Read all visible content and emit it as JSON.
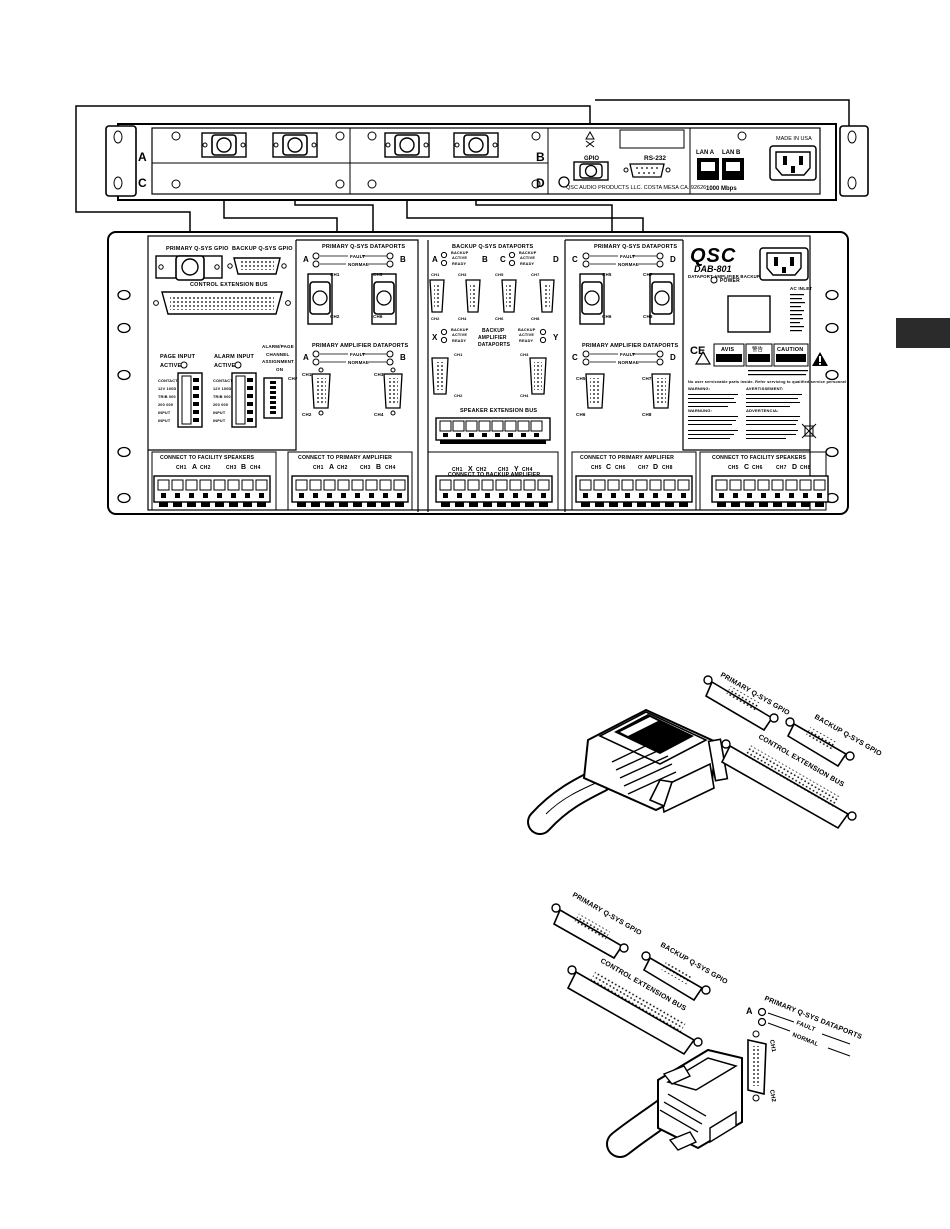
{
  "amp": {
    "slot_a": "A",
    "slot_b": "B",
    "slot_c": "C",
    "slot_d": "D",
    "gpio": "GPIO",
    "rs232": "RS-232",
    "lan_a": "LAN A",
    "lan_b": "LAN B",
    "speed": "1000 Mbps",
    "company": "QSC AUDIO PRODUCTS LLC.  COSTA MESA CA. 92626",
    "made_in": "MADE IN USA"
  },
  "dab": {
    "primary_gpio": "PRIMARY Q-SYS GPIO",
    "backup_gpio": "BACKUP Q-SYS GPIO",
    "ctrl_ext_bus": "CONTROL EXTENSION BUS",
    "primary_qsys_dataports": "PRIMARY Q-SYS DATAPORTS",
    "backup_qsys_dataports": "BACKUP Q-SYS DATAPORTS",
    "fault": "FAULT",
    "normal": "NORMAL",
    "backup": "BACKUP",
    "active": "ACTIVE",
    "ready": "READY",
    "backup_amp_dataports_1": "BACKUP",
    "backup_amp_dataports_2": "AMPLIFIER",
    "backup_amp_dataports_3": "DATAPORTS",
    "primary_amp_dataports": "PRIMARY AMPLIFIER DATAPORTS",
    "page_input": "PAGE INPUT",
    "alarm_input": "ALARM INPUT",
    "active_label": "ACTIVE",
    "alarm_page_1": "ALARM/PAGE",
    "alarm_page_2": "CHANNEL",
    "alarm_page_3": "ASSIGNMENT",
    "on_label": "ON",
    "ch_hash": "CH#",
    "term_labels": [
      "CONTACT",
      "12V 100D",
      "TRIB 000",
      "200 000",
      "INPUT",
      "INPUT"
    ],
    "speaker_ext_bus": "SPEAKER EXTENSION BUS",
    "connect_facility": "CONNECT TO FACILITY SPEAKERS",
    "connect_primary": "CONNECT TO PRIMARY AMPLIFIER",
    "connect_backup": "CONNECT TO BACKUP AMPLIFIER",
    "brand": "QSC",
    "model": "DAB-801",
    "model_sub": "DATAPORT AMPLIFIER BACKUP",
    "power": "POWER",
    "ac_inlet": "AC INLET",
    "ce": "CE",
    "avis": "AVIS",
    "caution": "CAUTION",
    "warn_cn": "警告",
    "no_user": "No user serviceable parts inside. Refer servicing to qualified service personnel",
    "warning_en": "WARNING:",
    "avertissement": "AVERTISSEMENT:",
    "warnung": "WARNUNG:",
    "advertencia": "ADVERTENCIA:"
  },
  "ch": {
    "ch1": "CH1",
    "ch2": "CH2",
    "ch3": "CH3",
    "ch4": "CH4",
    "ch5": "CH5",
    "ch6": "CH6",
    "ch7": "CH7",
    "ch8": "CH8",
    "a": "A",
    "b": "B",
    "c": "C",
    "d": "D",
    "x": "X",
    "y": "Y"
  },
  "detail": {
    "primary_gpio": "PRIMARY Q-SYS GPIO",
    "backup_gpio": "BACKUP Q-SYS GPIO",
    "ctrl_ext_bus": "CONTROL EXTENSION BUS",
    "primary_dataports": "PRIMARY Q-SYS DATAPORTS",
    "fault": "FAULT",
    "normal": "NORMAL",
    "port_a": "A",
    "ch1": "CH1",
    "ch2": "CH2"
  },
  "page_tab_color": "#2b2b2b"
}
